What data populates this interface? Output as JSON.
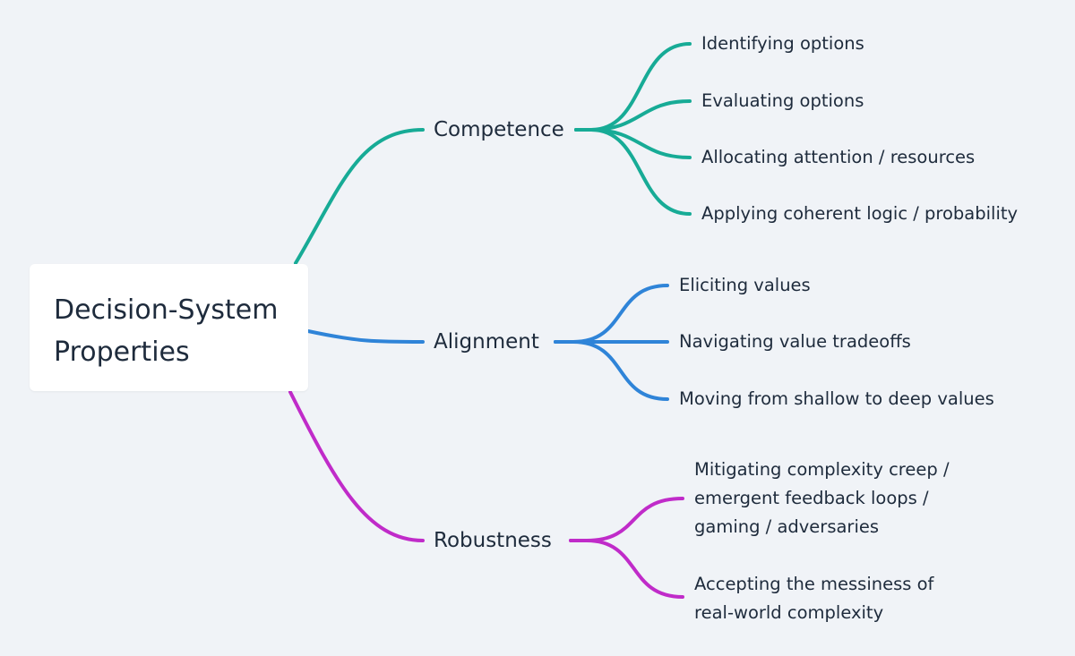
{
  "root": {
    "lines": [
      "Decision-System",
      "Properties"
    ]
  },
  "colors": {
    "competence": "#17ab96",
    "alignment": "#2f84d8",
    "robustness": "#c02bc9",
    "background": "#f0f3f7",
    "text": "#1e2b3c"
  },
  "branches": [
    {
      "label": "Competence",
      "leaves": [
        {
          "lines": [
            "Identifying options"
          ]
        },
        {
          "lines": [
            "Evaluating options"
          ]
        },
        {
          "lines": [
            "Allocating attention / resources"
          ]
        },
        {
          "lines": [
            "Applying coherent logic / probability"
          ]
        }
      ]
    },
    {
      "label": "Alignment",
      "leaves": [
        {
          "lines": [
            "Eliciting values"
          ]
        },
        {
          "lines": [
            "Navigating value tradeoffs"
          ]
        },
        {
          "lines": [
            "Moving from shallow to deep values"
          ]
        }
      ]
    },
    {
      "label": "Robustness",
      "leaves": [
        {
          "lines": [
            "Mitigating complexity creep /",
            "emergent feedback loops /",
            "gaming / adversaries"
          ]
        },
        {
          "lines": [
            "Accepting the messiness of",
            "real-world complexity"
          ]
        }
      ]
    }
  ]
}
